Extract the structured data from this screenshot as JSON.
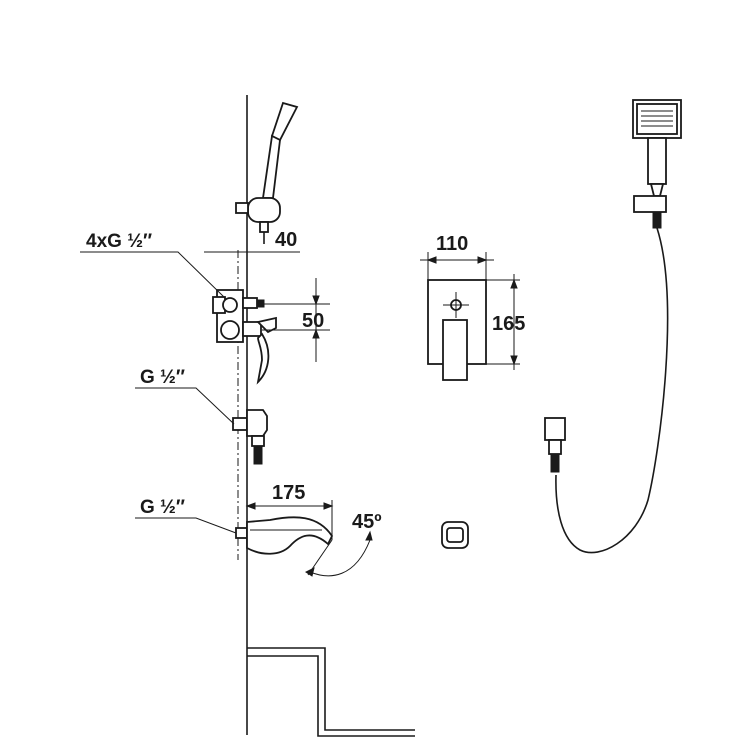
{
  "labels": {
    "thread_top": "4xG ½″",
    "thread_mid": "G ½″",
    "thread_bottom": "G ½″"
  },
  "dimensions": {
    "projection_mixer": "40",
    "inlet_spacing": "50",
    "spout_length": "175",
    "spout_angle": "45º",
    "plate_width": "110",
    "plate_height": "165"
  },
  "colors": {
    "line": "#1a1a1a",
    "background": "#ffffff"
  }
}
